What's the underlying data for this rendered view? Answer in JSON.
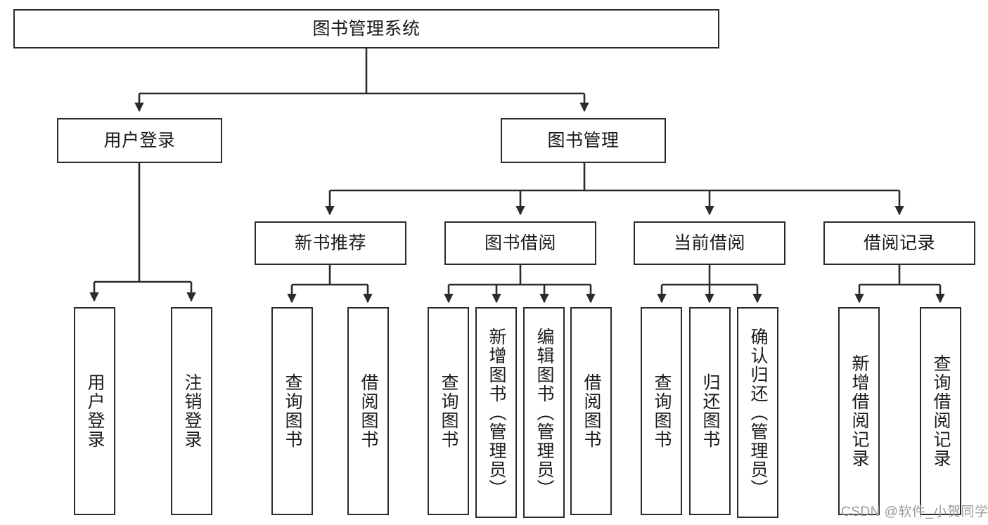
{
  "diagram": {
    "title": "图书管理系统",
    "type": "tree-hierarchy-diagram",
    "colors": {
      "box_border": "#2b2b2b",
      "box_fill": "#ffffff",
      "connector": "#2b2b2b",
      "background": "#ffffff",
      "watermark": "#9a9a9a"
    }
  },
  "nodes": {
    "root": {
      "label": "图书管理系统"
    },
    "level2": [
      {
        "label": "用户登录"
      },
      {
        "label": "图书管理"
      }
    ],
    "level3": [
      {
        "label": "新书推荐"
      },
      {
        "label": "图书借阅"
      },
      {
        "label": "当前借阅"
      },
      {
        "label": "借阅记录"
      }
    ],
    "leaves": {
      "user_login": [
        {
          "label": "用户登录"
        },
        {
          "label": "注销登录"
        }
      ],
      "new_book_recommend": [
        {
          "label": "查询图书"
        },
        {
          "label": "借阅图书"
        }
      ],
      "book_borrow": [
        {
          "label": "查询图书"
        },
        {
          "label": "新增图书（管理员）"
        },
        {
          "label": "编辑图书（管理员）"
        },
        {
          "label": "借阅图书"
        }
      ],
      "current_borrow": [
        {
          "label": "查询图书"
        },
        {
          "label": "归还图书"
        },
        {
          "label": "确认归还（管理员）"
        }
      ],
      "borrow_record": [
        {
          "label": "新增借阅记录"
        },
        {
          "label": "查询借阅记录"
        }
      ]
    }
  },
  "watermark": {
    "text": "CSDN @软件_小贺同学"
  }
}
